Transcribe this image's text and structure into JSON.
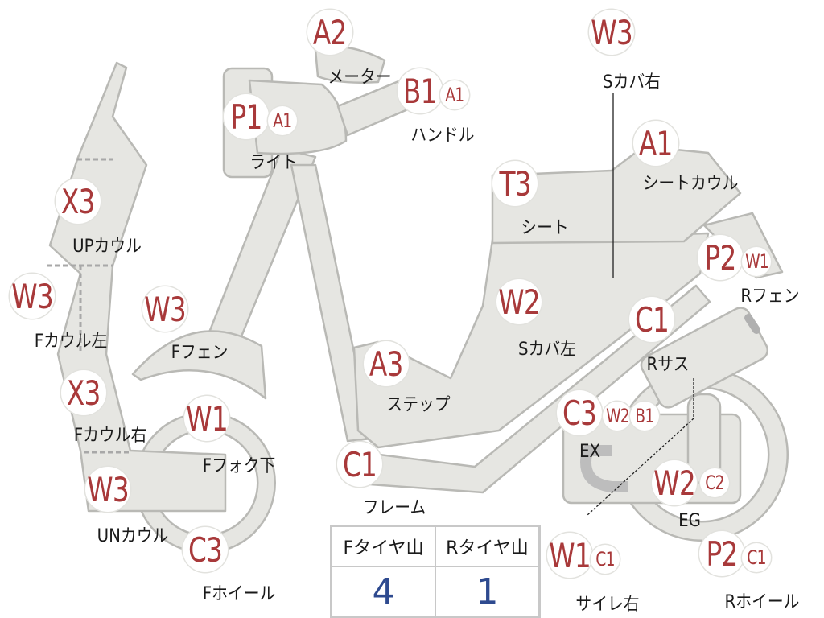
{
  "parts": [
    {
      "grades": [
        "A2"
      ],
      "label": "メーター"
    },
    {
      "grades": [
        "P1",
        "A1"
      ],
      "label": "ライト"
    },
    {
      "grades": [
        "B1",
        "A1"
      ],
      "label": "ハンドル"
    },
    {
      "grades": [
        "W3"
      ],
      "label": "Sカバ右"
    },
    {
      "grades": [
        "A1"
      ],
      "label": "シートカウル"
    },
    {
      "grades": [
        "T3"
      ],
      "label": "シート"
    },
    {
      "grades": [
        "P2",
        "W1"
      ],
      "label": "Rフェン"
    },
    {
      "grades": [
        "X3"
      ],
      "label": "UPカウル"
    },
    {
      "grades": [
        "W3"
      ],
      "label": "Fカウル左"
    },
    {
      "grades": [
        "W3"
      ],
      "label": "Fフェン"
    },
    {
      "grades": [
        "W2"
      ],
      "label": "Sカバ左"
    },
    {
      "grades": [
        "C1"
      ],
      "label": "Rサス"
    },
    {
      "grades": [
        "A3"
      ],
      "label": "ステップ"
    },
    {
      "grades": [
        "X3"
      ],
      "label": "Fカウル右"
    },
    {
      "grades": [
        "W1"
      ],
      "label": "Fフォク下"
    },
    {
      "grades": [
        "C3",
        "W2",
        "B1"
      ],
      "label": "EX"
    },
    {
      "grades": [
        "C1"
      ],
      "label": "フレーム"
    },
    {
      "grades": [
        "W3"
      ],
      "label": "UNカウル"
    },
    {
      "grades": [
        "W2",
        "C2"
      ],
      "label": "EG"
    },
    {
      "grades": [
        "C3"
      ],
      "label": "Fホイール"
    },
    {
      "grades": [
        "W1",
        "C1"
      ],
      "label": "サイレ右"
    },
    {
      "grades": [
        "P2",
        "C1"
      ],
      "label": "Rホイール"
    }
  ],
  "tire_table": {
    "headers": [
      "Fタイヤ山",
      "Rタイヤ山"
    ],
    "values": [
      "4",
      "1"
    ]
  },
  "colors": {
    "part_fill": "#e6e6e2",
    "part_stroke": "#b9b9b5",
    "grade_text": "#a8393a",
    "tire_value": "#2e4a8f"
  }
}
